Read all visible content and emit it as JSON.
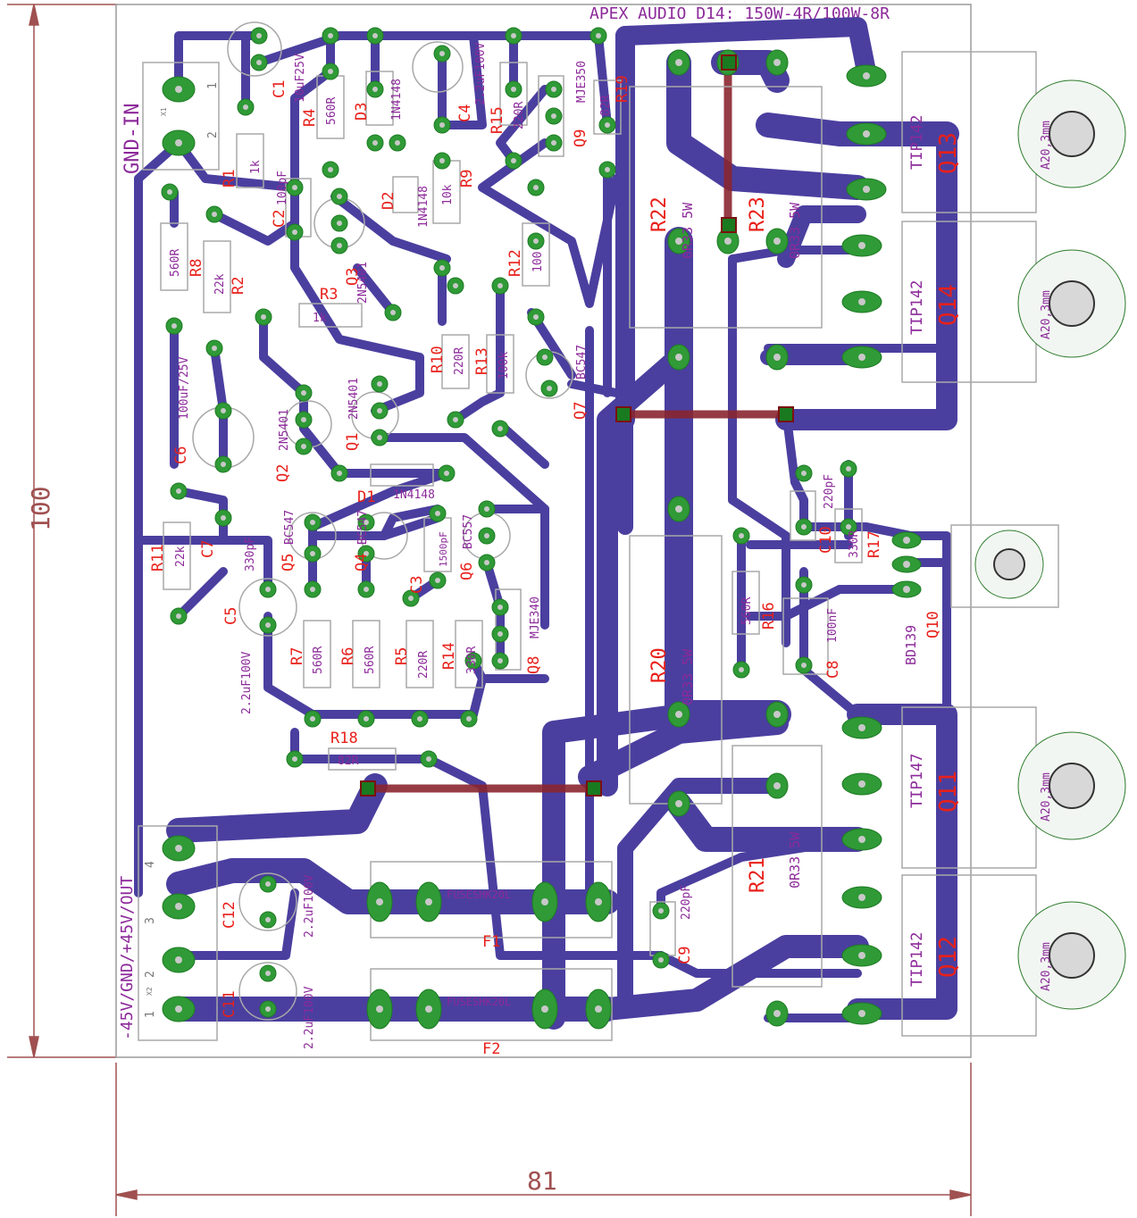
{
  "title": "APEX AUDIO D14: 150W-4R/100W-8R",
  "dimensions": {
    "width": "81",
    "height": "100"
  },
  "connectors": {
    "input": {
      "label": "GND-IN",
      "pin1": "1",
      "pin2": "2",
      "ref": "X1"
    },
    "power": {
      "label": "-45V/GND/+45V/OUT",
      "pins": [
        "4",
        "3",
        "2",
        "1"
      ],
      "ref": "X2"
    }
  },
  "components": [
    {
      "ref": "R1",
      "value": "1k"
    },
    {
      "ref": "R2",
      "value": "22k"
    },
    {
      "ref": "R3",
      "value": "1k"
    },
    {
      "ref": "R4",
      "value": "560R"
    },
    {
      "ref": "R5",
      "value": "220R"
    },
    {
      "ref": "R6",
      "value": "560R"
    },
    {
      "ref": "R7",
      "value": "560R"
    },
    {
      "ref": "R8",
      "value": "560R"
    },
    {
      "ref": "R9",
      "value": "10k"
    },
    {
      "ref": "R10",
      "value": "220R"
    },
    {
      "ref": "R11",
      "value": "22k"
    },
    {
      "ref": "R12",
      "value": "100"
    },
    {
      "ref": "R13",
      "value": "100k"
    },
    {
      "ref": "R14",
      "value": "330R"
    },
    {
      "ref": "R15",
      "value": "220R"
    },
    {
      "ref": "R16",
      "value": "560R"
    },
    {
      "ref": "R17",
      "value": "330R"
    },
    {
      "ref": "R18",
      "value": "82R"
    },
    {
      "ref": "R19",
      "value": "82R"
    },
    {
      "ref": "R20",
      "value": "0R33 5W"
    },
    {
      "ref": "R21",
      "value": "0R33 5W"
    },
    {
      "ref": "R22",
      "value": "0R33 5W"
    },
    {
      "ref": "R23",
      "value": "0R33 5W"
    },
    {
      "ref": "C1",
      "value": "10uF25V"
    },
    {
      "ref": "C2",
      "value": "100pF"
    },
    {
      "ref": "C3",
      "value": "1500pF"
    },
    {
      "ref": "C4",
      "value": "2.2uF100V"
    },
    {
      "ref": "C5",
      "value": "2.2uF100V"
    },
    {
      "ref": "C6",
      "value": "100uF/25V"
    },
    {
      "ref": "C7",
      "value": "330pF"
    },
    {
      "ref": "C8",
      "value": "100nF"
    },
    {
      "ref": "C9",
      "value": "220pF"
    },
    {
      "ref": "C10",
      "value": "220pF"
    },
    {
      "ref": "C11",
      "value": "2.2uF100V"
    },
    {
      "ref": "C12",
      "value": "2.2uF100V"
    },
    {
      "ref": "D1",
      "value": "1N4148"
    },
    {
      "ref": "D2",
      "value": "1N4148"
    },
    {
      "ref": "D3",
      "value": "1N4148"
    },
    {
      "ref": "Q1",
      "value": "2N5401"
    },
    {
      "ref": "Q2",
      "value": "2N5401"
    },
    {
      "ref": "Q3",
      "value": "2N5401"
    },
    {
      "ref": "Q4",
      "value": "BC547"
    },
    {
      "ref": "Q5",
      "value": "BC547"
    },
    {
      "ref": "Q6",
      "value": "BC557"
    },
    {
      "ref": "Q7",
      "value": "BC547"
    },
    {
      "ref": "Q8",
      "value": "MJE340"
    },
    {
      "ref": "Q9",
      "value": "MJE350"
    },
    {
      "ref": "Q10",
      "value": "BD139"
    },
    {
      "ref": "Q11",
      "value": "TIP147"
    },
    {
      "ref": "Q12",
      "value": "TIP142"
    },
    {
      "ref": "Q13",
      "value": "TIP142"
    },
    {
      "ref": "Q14",
      "value": "TIP142"
    },
    {
      "ref": "F1",
      "value": "FUSESHK20L"
    },
    {
      "ref": "F2",
      "value": "FUSESHK20L"
    }
  ],
  "heatsink_label": "A20,3mm",
  "colors": {
    "trace": "#4a3f9f",
    "pad": "#2f9a36",
    "name_label": "#e8201a",
    "value_label": "#8c2a9a",
    "jumper": "#8a2630",
    "dimension": "#a05050"
  }
}
